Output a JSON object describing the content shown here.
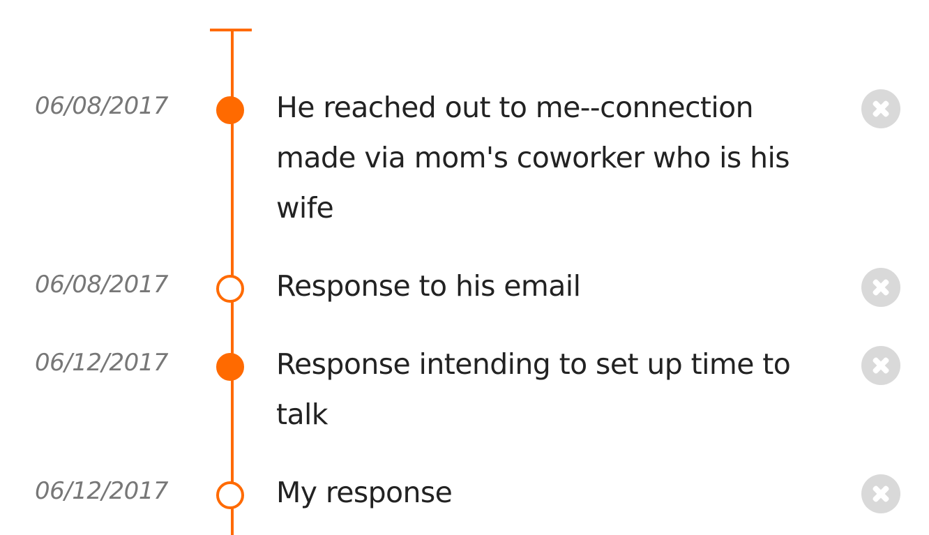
{
  "colors": {
    "accent": "#ff6a00",
    "remove_icon": "#d9d9d9",
    "date_text": "#777777",
    "body_text": "#222222"
  },
  "events": [
    {
      "date": "06/08/2017",
      "description": "He reached out to me--connection made via mom's coworker who is his wife",
      "marker": "filled",
      "remove_icon": "close-circle-icon"
    },
    {
      "date": "06/08/2017",
      "description": "Response to his email",
      "marker": "hollow",
      "remove_icon": "close-circle-icon"
    },
    {
      "date": "06/12/2017",
      "description": "Response intending to set up time to talk",
      "marker": "filled",
      "remove_icon": "close-circle-icon"
    },
    {
      "date": "06/12/2017",
      "description": "My response",
      "marker": "hollow",
      "remove_icon": "close-circle-icon"
    }
  ]
}
